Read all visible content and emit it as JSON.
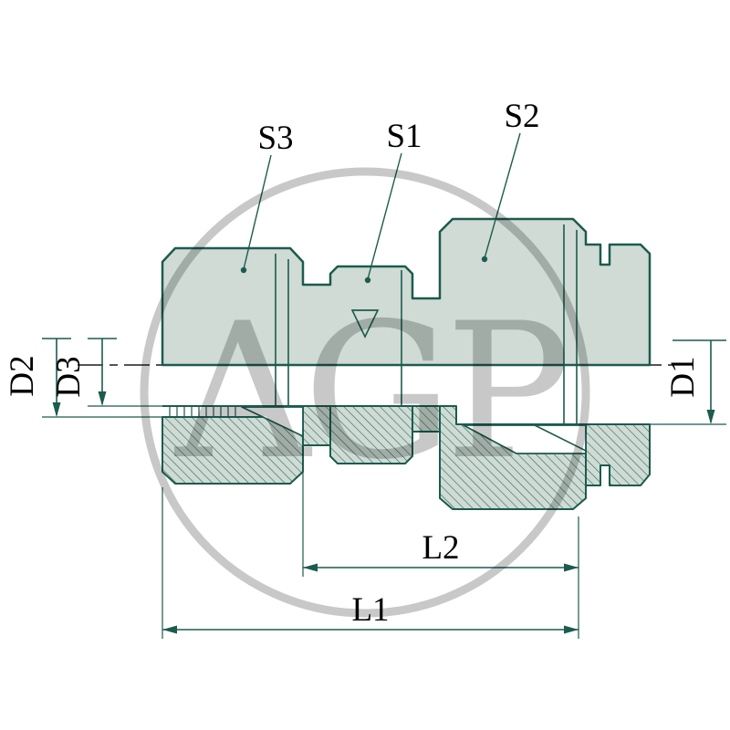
{
  "title": "Reducing pipe fitting technical drawing",
  "watermark": {
    "text": "AGP"
  },
  "labels": {
    "s1": "S1",
    "s2": "S2",
    "s3": "S3",
    "d1": "D1",
    "d2": "D2",
    "d3": "D3",
    "l1": "L1",
    "l2": "L2"
  },
  "colors": {
    "line": "#1c5b4e",
    "fill": "#cfdbd4",
    "hatch": "#2a6b5c",
    "centerline": "#1b1b1b",
    "text": "#000000",
    "watermark": "#c8c8c8",
    "background": "#ffffff"
  }
}
